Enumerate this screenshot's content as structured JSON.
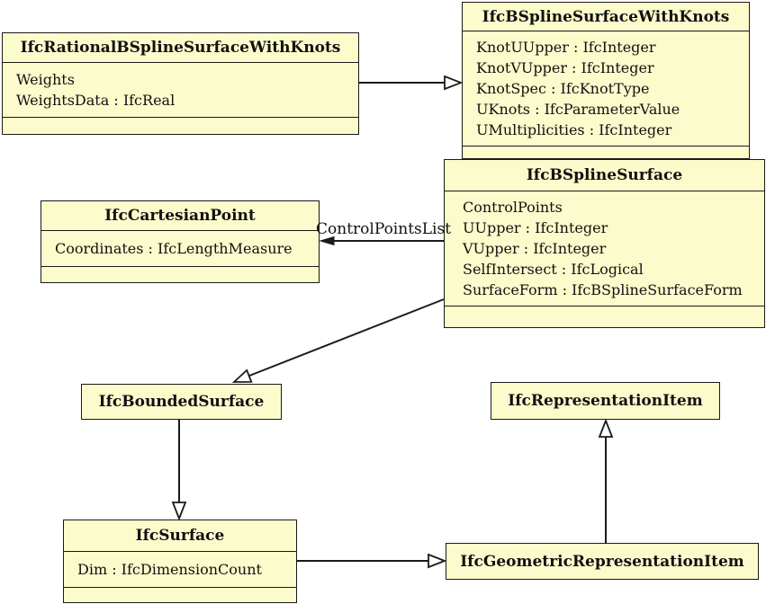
{
  "diagram": {
    "kind": "uml-class-diagram",
    "colors": {
      "box_fill": "#FCFBCC",
      "line": "#1a1a1a",
      "background": "#ffffff"
    },
    "edge_label": "ControlPointsList",
    "classes": [
      {
        "title": "IfcRationalBSplineSurfaceWithKnots",
        "attributes": [
          "Weights",
          "WeightsData : IfcReal"
        ]
      },
      {
        "title": "IfcBSplineSurfaceWithKnots",
        "attributes": [
          "KnotUUpper : IfcInteger",
          "KnotVUpper : IfcInteger",
          "KnotSpec : IfcKnotType",
          "UKnots : IfcParameterValue",
          "UMultiplicities : IfcInteger"
        ]
      },
      {
        "title": "IfcBSplineSurface",
        "attributes": [
          "ControlPoints",
          "UUpper : IfcInteger",
          "VUpper : IfcInteger",
          "SelfIntersect : IfcLogical",
          "SurfaceForm : IfcBSplineSurfaceForm"
        ]
      },
      {
        "title": "IfcCartesianPoint",
        "attributes": [
          "Coordinates : IfcLengthMeasure"
        ]
      },
      {
        "title": "IfcBoundedSurface",
        "attributes": []
      },
      {
        "title": "IfcRepresentationItem",
        "attributes": []
      },
      {
        "title": "IfcSurface",
        "attributes": [
          "Dim : IfcDimensionCount"
        ]
      },
      {
        "title": "IfcGeometricRepresentationItem",
        "attributes": []
      }
    ],
    "relations": [
      {
        "from": "IfcRationalBSplineSurfaceWithKnots",
        "to": "IfcBSplineSurfaceWithKnots",
        "type": "generalization"
      },
      {
        "from": "IfcBSplineSurface",
        "to": "IfcBoundedSurface",
        "type": "generalization"
      },
      {
        "from": "IfcBoundedSurface",
        "to": "IfcSurface",
        "type": "generalization"
      },
      {
        "from": "IfcSurface",
        "to": "IfcGeometricRepresentationItem",
        "type": "generalization"
      },
      {
        "from": "IfcGeometricRepresentationItem",
        "to": "IfcRepresentationItem",
        "type": "generalization"
      },
      {
        "from": "IfcBSplineSurface",
        "to": "IfcCartesianPoint",
        "type": "association",
        "label": "ControlPointsList"
      }
    ]
  }
}
